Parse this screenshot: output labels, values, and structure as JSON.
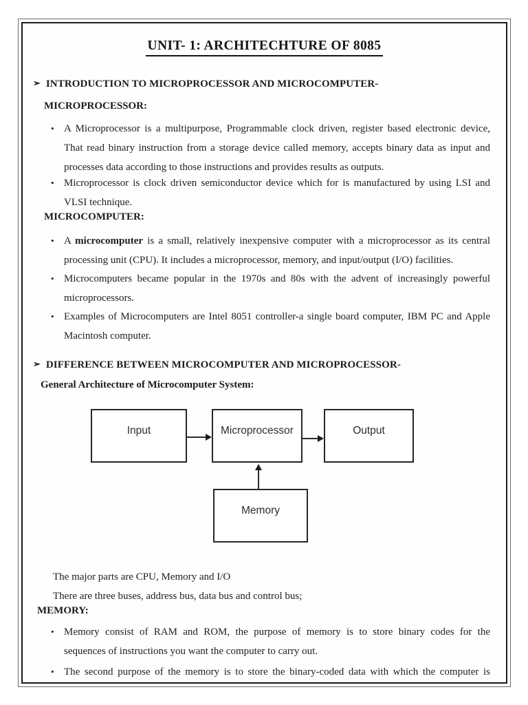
{
  "glyphs": {
    "arrow_bullet": "➢",
    "list_bullet": "•"
  },
  "title": "UNIT- 1:  ARCHITECHTURE OF 8085",
  "headings": {
    "intro": "INTRODUCTION TO MICROPROCESSOR AND MICROCOMPUTER-",
    "microprocessor": "MICROPROCESSOR:",
    "microcomputer": "MICROCOMPUTER:",
    "difference": "DIFFERENCE BETWEEN MICROCOMPUTER AND MICROPROCESSOR-",
    "general_arch": "General Architecture of Microcomputer System:",
    "memory": "MEMORY:"
  },
  "bullets": {
    "b1": {
      "lines": [
        "A Microprocessor is a multipurpose, Programmable clock driven, register based electronic device,",
        "That read binary instruction from a storage device called memory, accepts binary data as input and",
        "processes data according to those instructions and provides results as outputs."
      ]
    },
    "b2": {
      "lines": [
        "Microprocessor is clock driven semiconductor device which for is manufactured by using LSI and",
        "VLSI technique."
      ]
    },
    "b3": {
      "l1_pre": "A",
      "l1_bold": "microcomputer",
      "l1_post": "is a small, relatively inexpensive computer with a microprocessor as its central",
      "l2": "processing unit (CPU). It includes a microprocessor, memory, and input/output (I/O) facilities."
    },
    "b4": {
      "lines": [
        "Microcomputers became popular in the 1970s and 80s with the advent of increasingly powerful",
        "microprocessors."
      ]
    },
    "b5": {
      "lines": [
        "Examples of Microcomputers are Intel 8051 controller-a single board computer, IBM PC and Apple",
        "Macintosh computer."
      ]
    },
    "b6": {
      "lines": [
        "Memory consist of RAM and ROM, the purpose of memory is to store binary codes for the",
        "sequences of instructions you want the computer to carry out."
      ]
    },
    "b7": {
      "lines": [
        "The second purpose of the memory is to store the binary-coded data with which the computer is"
      ]
    }
  },
  "paragraphs": {
    "major_parts": "The major parts are CPU, Memory and I/O",
    "buses": "There are three buses, address bus, data bus and control bus;"
  },
  "diagram": {
    "input_label": "Input",
    "microprocessor_label": "Microprocessor",
    "output_label": "Output",
    "memory_label": "Memory"
  },
  "colors": {
    "page_background": "#ffffff",
    "border": "#1a1a1a",
    "text": "#1e1e1e"
  }
}
